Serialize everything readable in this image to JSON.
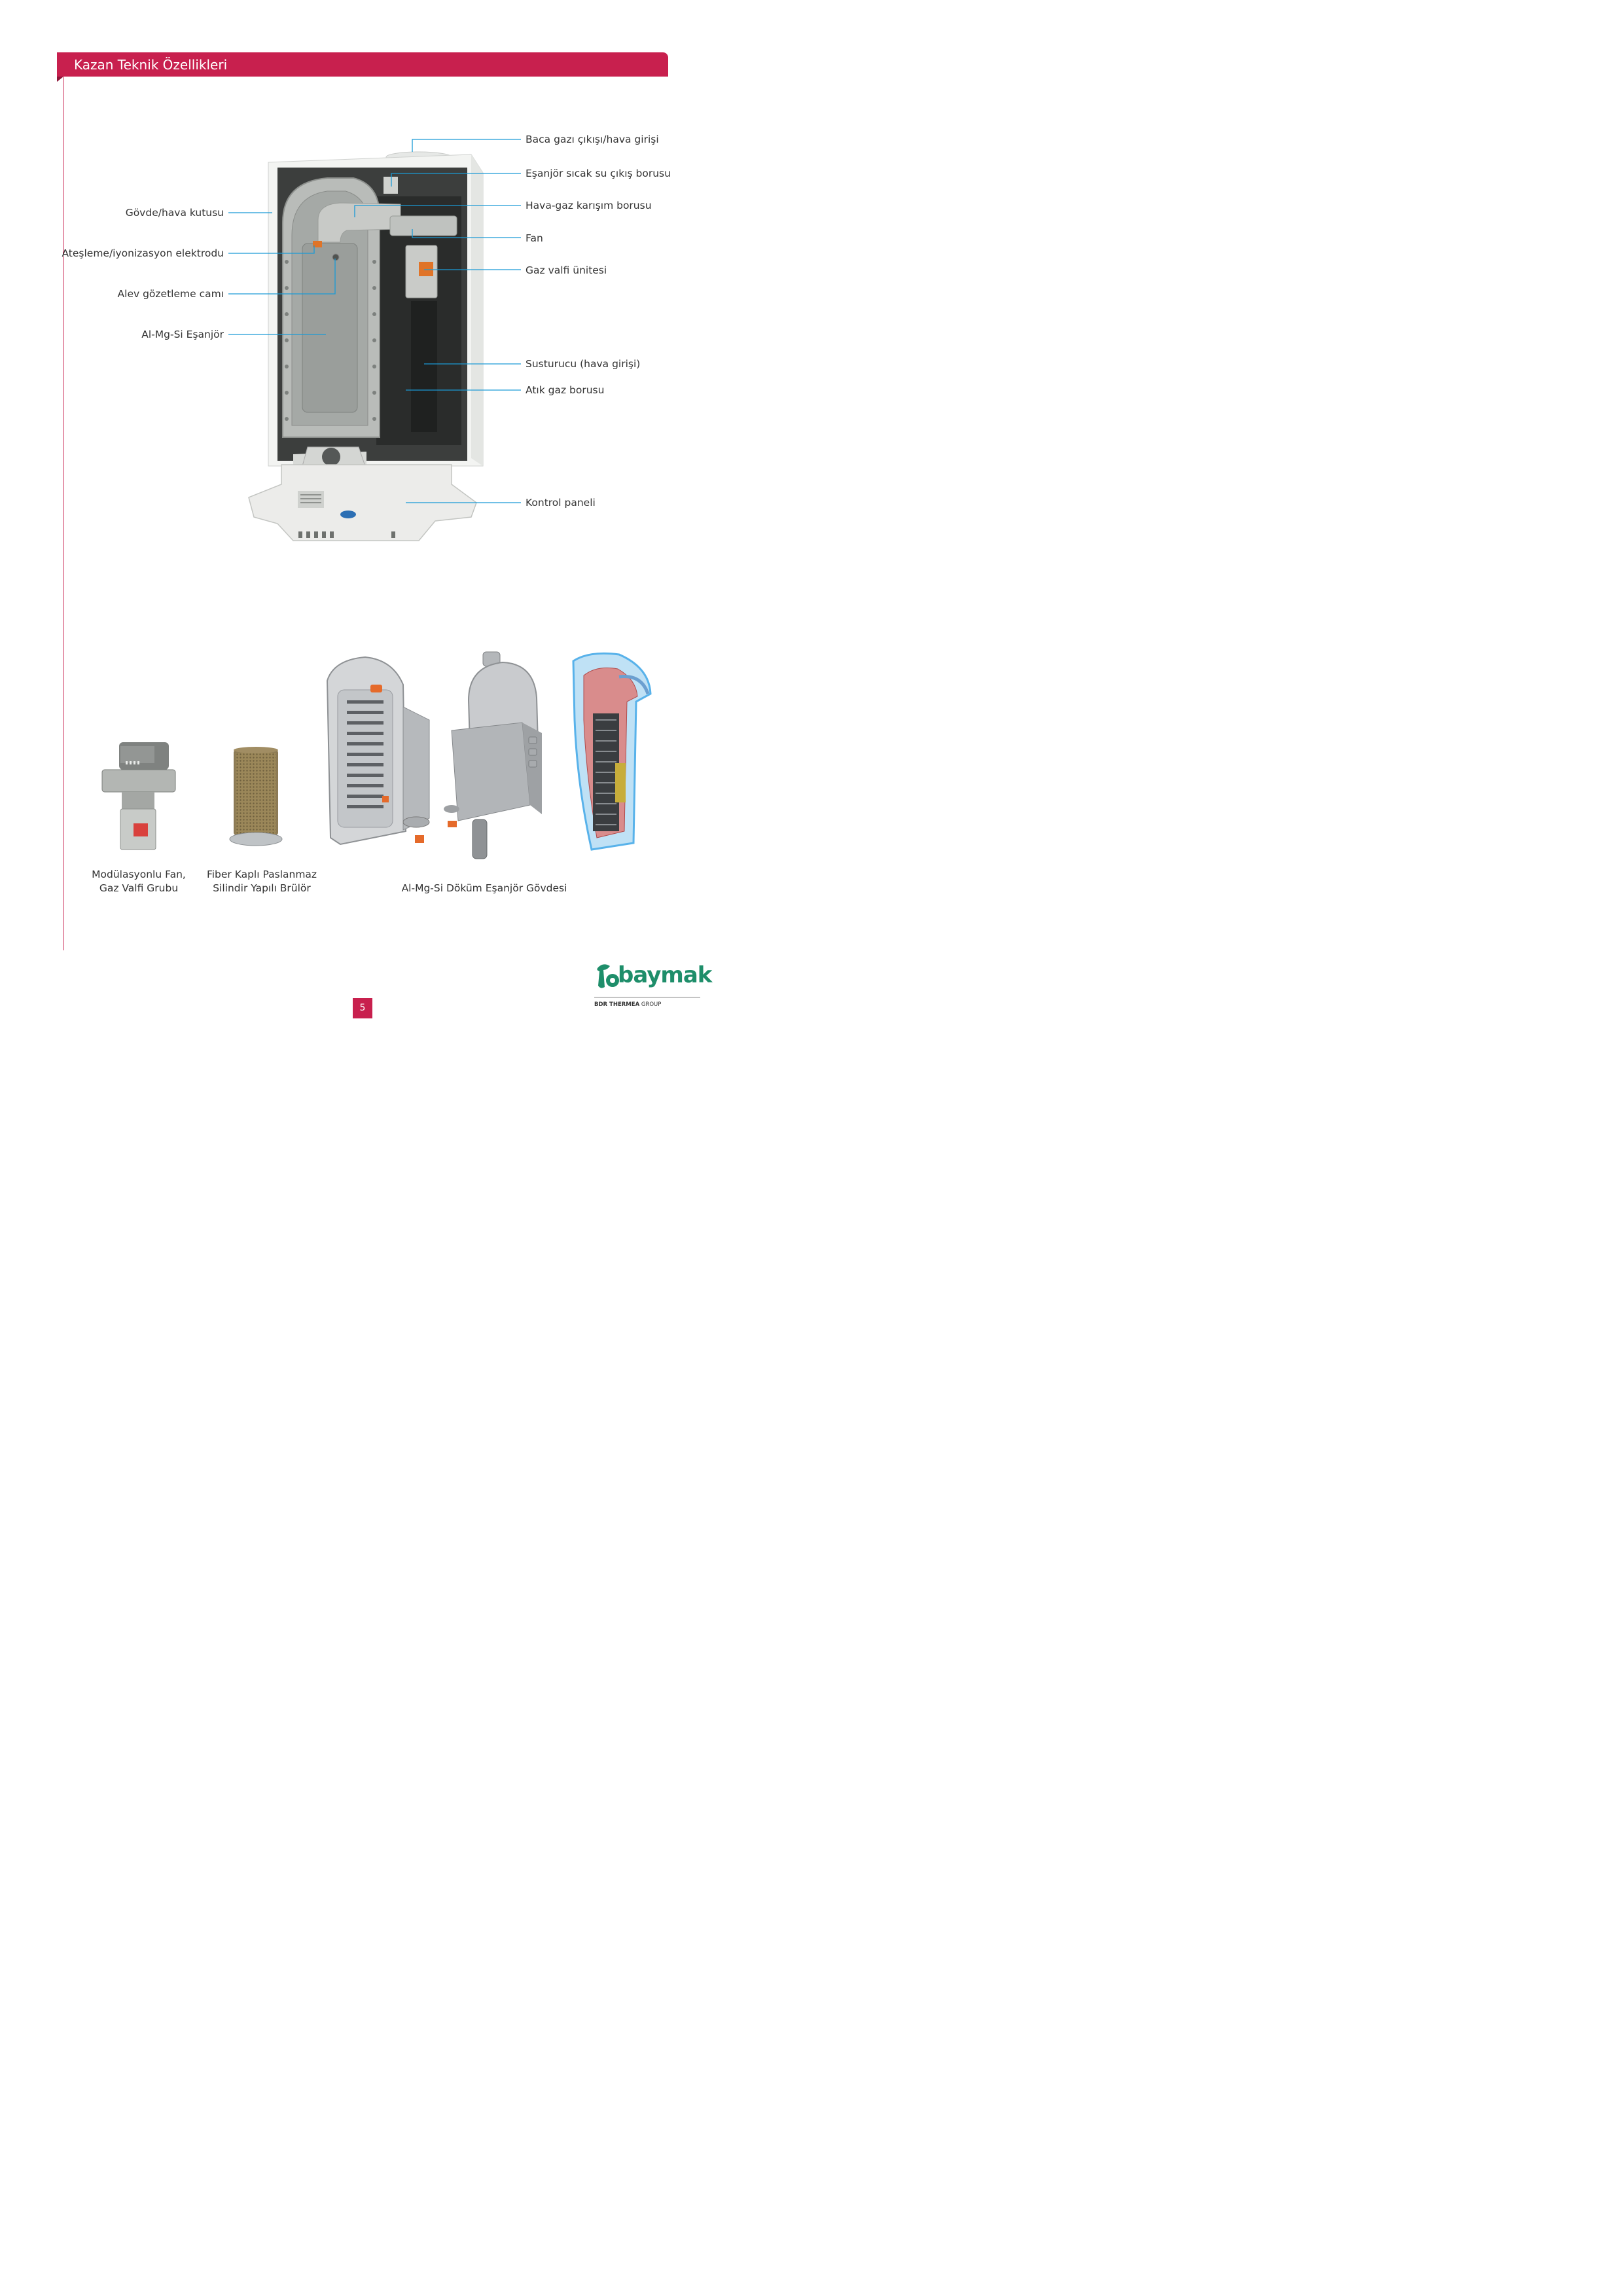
{
  "header": {
    "title": "Kazan Teknik Özellikleri"
  },
  "diagram": {
    "left_labels": [
      "Gövde/hava kutusu",
      "Ateşleme/iyonizasyon elektrodu",
      "Alev gözetleme camı",
      "Al-Mg-Si Eşanjör"
    ],
    "right_labels": [
      "Baca gazı çıkışı/hava girişi",
      "Eşanjör sıcak su çıkış borusu",
      "Hava-gaz karışım borusu",
      "Fan",
      "Gaz valfi ünitesi",
      "Susturucu (hava girişi)",
      "Atık gaz borusu",
      "Kontrol paneli"
    ]
  },
  "components": [
    {
      "caption_line1": "Modülasyonlu Fan,",
      "caption_line2": "Gaz Valfi Grubu"
    },
    {
      "caption_line1": "Fiber Kaplı Paslanmaz",
      "caption_line2": "Silindir Yapılı Brülör"
    },
    {
      "caption_line1": "Al-Mg-Si Döküm Eşanjör Gövdesi"
    }
  ],
  "footer": {
    "page_number": "5",
    "logo_text": "baymak",
    "group_bold": "BDR THERMEA",
    "group_rest": " GROUP"
  },
  "colors": {
    "accent": "#c8204e",
    "leader": "#1a9ad6",
    "logo": "#1e8e6a"
  }
}
